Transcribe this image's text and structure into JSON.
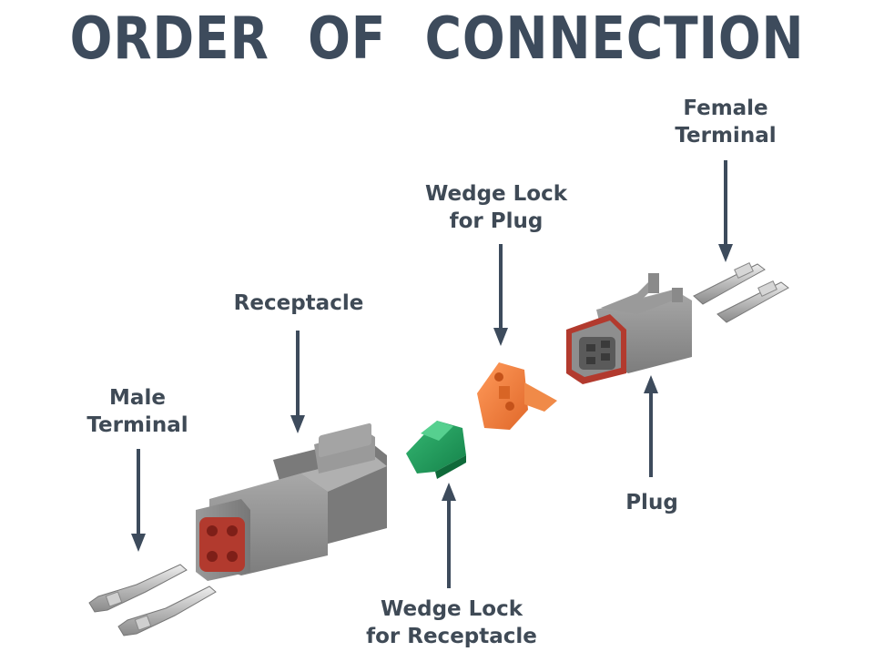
{
  "title": "ORDER OF CONNECTION",
  "labels": {
    "female_terminal": [
      "Female",
      "Terminal"
    ],
    "wedge_lock_plug": [
      "Wedge Lock",
      "for Plug"
    ],
    "receptacle": [
      "Receptacle"
    ],
    "male_terminal": [
      "Male",
      "Terminal"
    ],
    "plug": [
      "Plug"
    ],
    "wedge_lock_receptacle": [
      "Wedge Lock",
      "for Receptacle"
    ]
  },
  "colors": {
    "title": "#3d4b5c",
    "arrow": "#3d4b5c",
    "housing_gray": "#8c8c8c",
    "seal_red": "#b23a2e",
    "wedge_orange": "#f07c3a",
    "wedge_green": "#1f9a5c",
    "terminal_metal": "#c9c9c9"
  }
}
